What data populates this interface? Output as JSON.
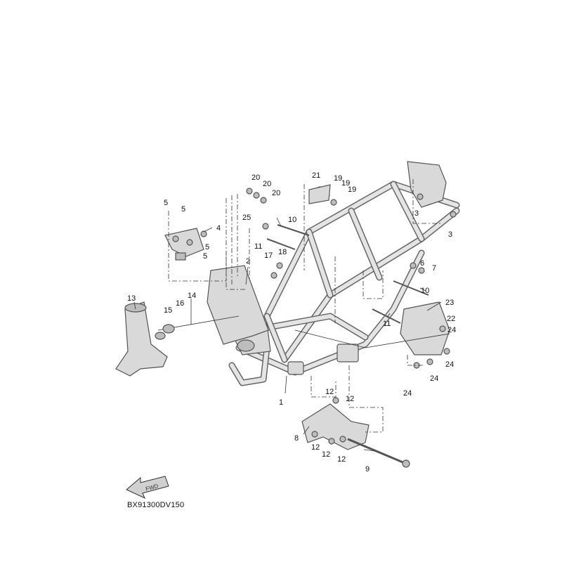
{
  "diagram": {
    "code": "BX91300DV150",
    "fwd_label": "FWD",
    "callouts": [
      "1",
      "2",
      "3",
      "3",
      "4",
      "5",
      "5",
      "5",
      "5",
      "6",
      "7",
      "8",
      "9",
      "10",
      "10",
      "11",
      "11",
      "12",
      "12",
      "12",
      "12",
      "12",
      "13",
      "14",
      "15",
      "16",
      "17",
      "18",
      "19",
      "19",
      "19",
      "20",
      "20",
      "20",
      "21",
      "22",
      "23",
      "24",
      "24",
      "24",
      "24",
      "25"
    ]
  }
}
